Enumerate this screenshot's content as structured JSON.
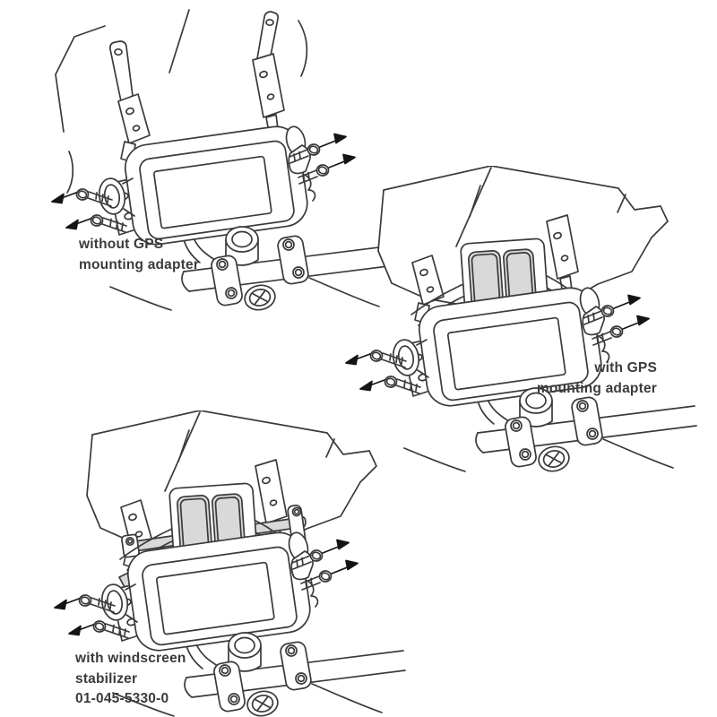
{
  "page": {
    "background": "#ffffff"
  },
  "colors": {
    "line": "#3a3a3a",
    "shade": "#d9d9d9",
    "arrow": "#141414",
    "text": "#3b3b3b"
  },
  "part_number": "01-045-5330-0",
  "figures": [
    {
      "id": "without-gps-adapter",
      "caption_lines": [
        "without GPS",
        "mounting adapter"
      ]
    },
    {
      "id": "with-gps-adapter",
      "caption_lines": [
        "with GPS",
        "mounting adapter"
      ]
    },
    {
      "id": "with-windscreen-stabilizer",
      "caption_lines": [
        "with windscreen",
        "stabilizer",
        "01-045-5330-0"
      ]
    }
  ]
}
